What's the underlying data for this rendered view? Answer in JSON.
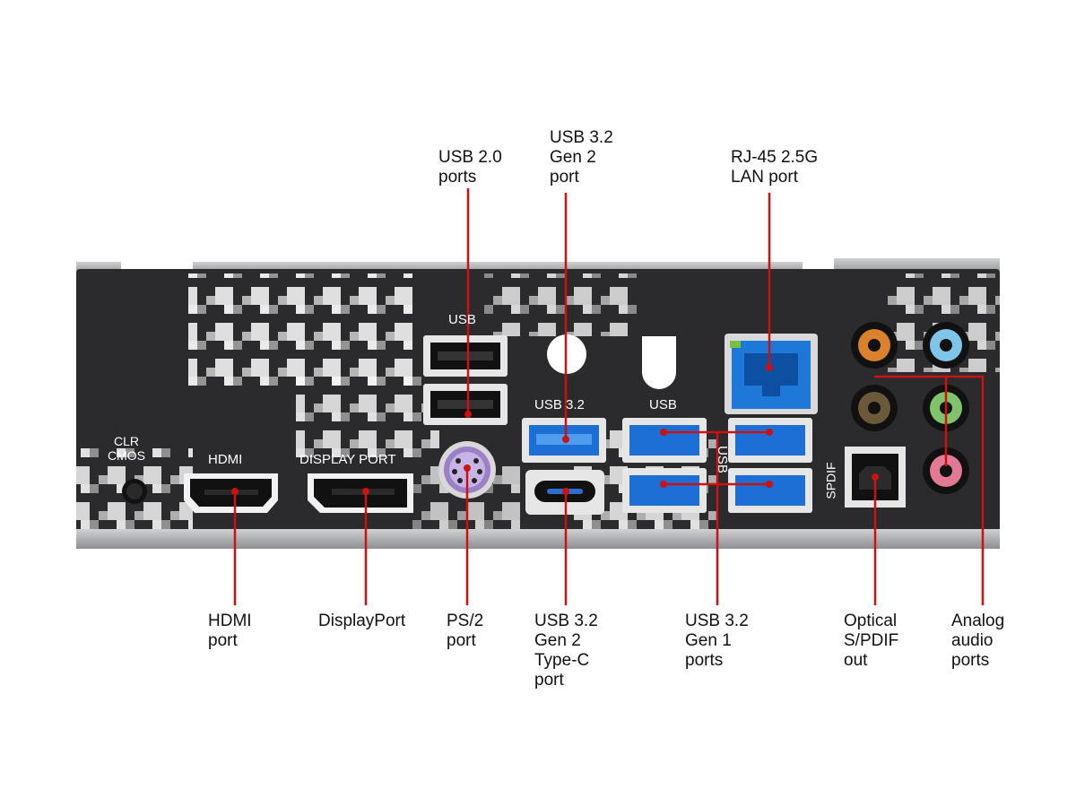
{
  "callouts": {
    "usb20": "USB 2.0\nports",
    "usb32_gen2": "USB 3.2\nGen 2\nport",
    "rj45": "RJ-45 2.5G\nLAN port",
    "hdmi": "HDMI\nport",
    "displayport": "DisplayPort",
    "ps2": "PS/2\nport",
    "usbc": "USB 3.2\nGen 2\nType-C\nport",
    "usb32_gen1": "USB 3.2\nGen 1\nports",
    "spdif": "Optical\nS/PDIF\nout",
    "analog": "Analog\naudio\nports"
  },
  "panel_labels": {
    "clr_cmos": "CLR\nCMOS",
    "hdmi": "HDMI",
    "display_port": "DISPLAY PORT",
    "usb_top": "USB",
    "usb32": "USB 3.2",
    "usb_mid": "USB",
    "usb_vertical": "USB",
    "spdif": "SPDIF"
  },
  "colors": {
    "leader_line": "#cc1111",
    "panel": "#2b2b2d",
    "usb3_blue": "#1d6fd6",
    "lan_blue": "#1e78d8"
  }
}
